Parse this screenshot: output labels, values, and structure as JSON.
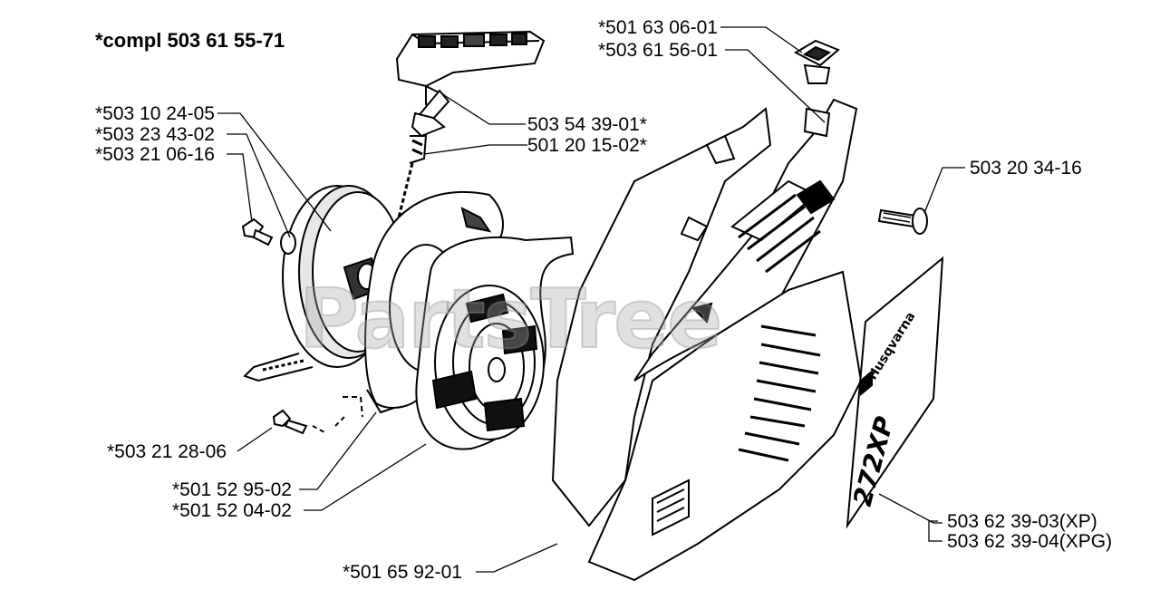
{
  "title": "*compl 503 61 55-71",
  "watermark": "PartsTree",
  "parts": {
    "p_501_63_06_01": "*501 63 06-01",
    "p_503_61_56_01": "*503 61 56-01",
    "p_503_10_24_05": "*503 10 24-05",
    "p_503_23_43_02": "*503 23 43-02",
    "p_503_21_06_16": "*503 21 06-16",
    "p_503_54_39_01": "503 54 39-01*",
    "p_501_20_15_02": "501 20 15-02*",
    "p_503_20_34_16": "503 20 34-16",
    "p_503_21_28_06": "*503 21 28-06",
    "p_501_52_95_02": "*501 52 95-02",
    "p_501_52_04_02": "*501 52 04-02",
    "p_501_65_92_01": "*501 65 92-01",
    "p_503_62_39_03": "503 62 39-03(XP)",
    "p_503_62_39_04": "503 62 39-04(XPG)"
  },
  "decal": {
    "brand": "Husqvarna",
    "model": "272XP"
  }
}
